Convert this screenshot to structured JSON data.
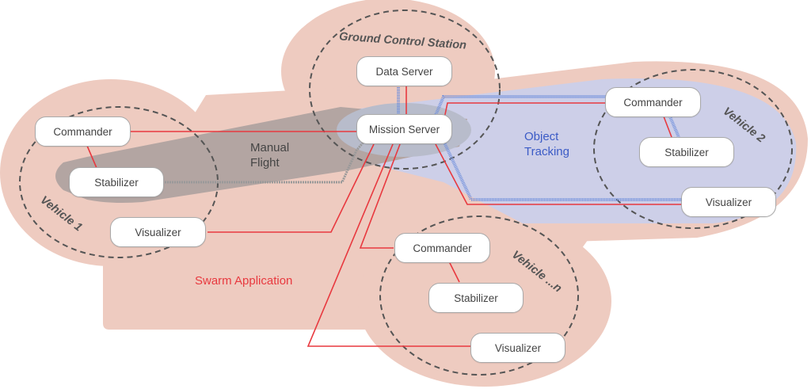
{
  "diagram": {
    "regions": {
      "swarm_application": {
        "label": "Swarm Application",
        "color": "#e8393f"
      },
      "manual_flight": {
        "label_line1": "Manual",
        "label_line2": "Flight"
      },
      "object_tracking": {
        "label_line1": "Object",
        "label_line2": "Tracking",
        "color": "#3b5bc6"
      }
    },
    "groups": {
      "ground_control": {
        "title": "Ground Control Station",
        "nodes": {
          "data_server": "Data Server",
          "mission_server": "Mission Server"
        }
      },
      "vehicle1": {
        "title": "Vehicle 1",
        "nodes": {
          "commander": "Commander",
          "stabilizer": "Stabilizer",
          "visualizer": "Visualizer"
        }
      },
      "vehicle2": {
        "title": "Vehicle 2",
        "nodes": {
          "commander": "Commander",
          "stabilizer": "Stabilizer",
          "visualizer": "Visualizer"
        }
      },
      "vehiclen": {
        "title": "Vehicle ...n",
        "nodes": {
          "commander": "Commander",
          "stabilizer": "Stabilizer",
          "visualizer": "Visualizer"
        }
      }
    },
    "colors": {
      "background_blob": "#eecbc0",
      "manual_flight_fill": "#b3a5a2",
      "object_tracking_fill": "#cdcfe8",
      "mission_halo": "#b8bccb",
      "link_red": "#e8393f",
      "link_blue": "#6f8fdc",
      "dashed_border": "#555555"
    }
  }
}
